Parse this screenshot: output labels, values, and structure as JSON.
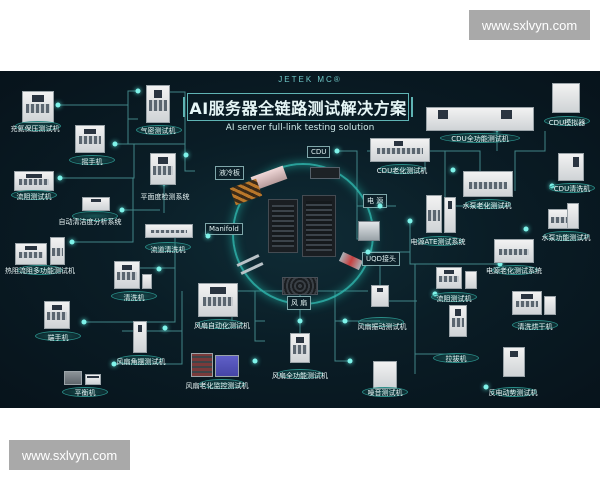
{
  "watermarks": {
    "top": "www.sxlvyn.com",
    "bottom": "www.sxlvyn.com"
  },
  "poster": {
    "brand": "JETEK MC®",
    "title": "AI服务器全链路测试解决方案",
    "subtitle": "AI server full-link testing solution",
    "accent_color": "#5fb4b4",
    "background_color": "#0a1d26"
  },
  "categories": {
    "liquid_plate": "液冷板",
    "cdu": "CDU",
    "power": "电 源",
    "manifold": "Manifold",
    "uqd": "UQD接头",
    "fan": "风 扇"
  },
  "machines": {
    "charge_pressure": "充氦保压测试机",
    "gas_tight": "气密测试机",
    "swing_hand": "摇手机",
    "flow_resistance_left": "流阻测试机",
    "flatness": "平面度检测系统",
    "auto_cleanliness": "自动清洁度分析系统",
    "flow_cleaning": "流道清洗机",
    "thermal_flow": "热阻流阻多功能测试机",
    "cleaning_left": "清洗机",
    "end_hand": "端手机",
    "fan_auto": "风扇自动化测试机",
    "fan_angle": "风扇角摆测试机",
    "balance": "平衡机",
    "fan_aging": "风扇老化监控测试机",
    "fan_full": "风扇全功能测试机",
    "fan_vibration": "风扇振动测试机",
    "noise": "噪音测试机",
    "pull_test": "拉拔机",
    "back_emf": "反电动势测试机",
    "flow_resistance_right": "流阻测试机",
    "clean_dry": "清洗烘干机",
    "power_aging": "电源老化测试系统",
    "power_ate": "电源ATE测试系统",
    "pump_function": "水泵功能测试机",
    "pump_aging": "水泵老化测试机",
    "cdu_cleaning": "CDU清洗机",
    "cdu_aging": "CDU老化测试机",
    "cdu_full": "CDU全功能测试机",
    "cdu_simulator": "CDU模拟器"
  }
}
